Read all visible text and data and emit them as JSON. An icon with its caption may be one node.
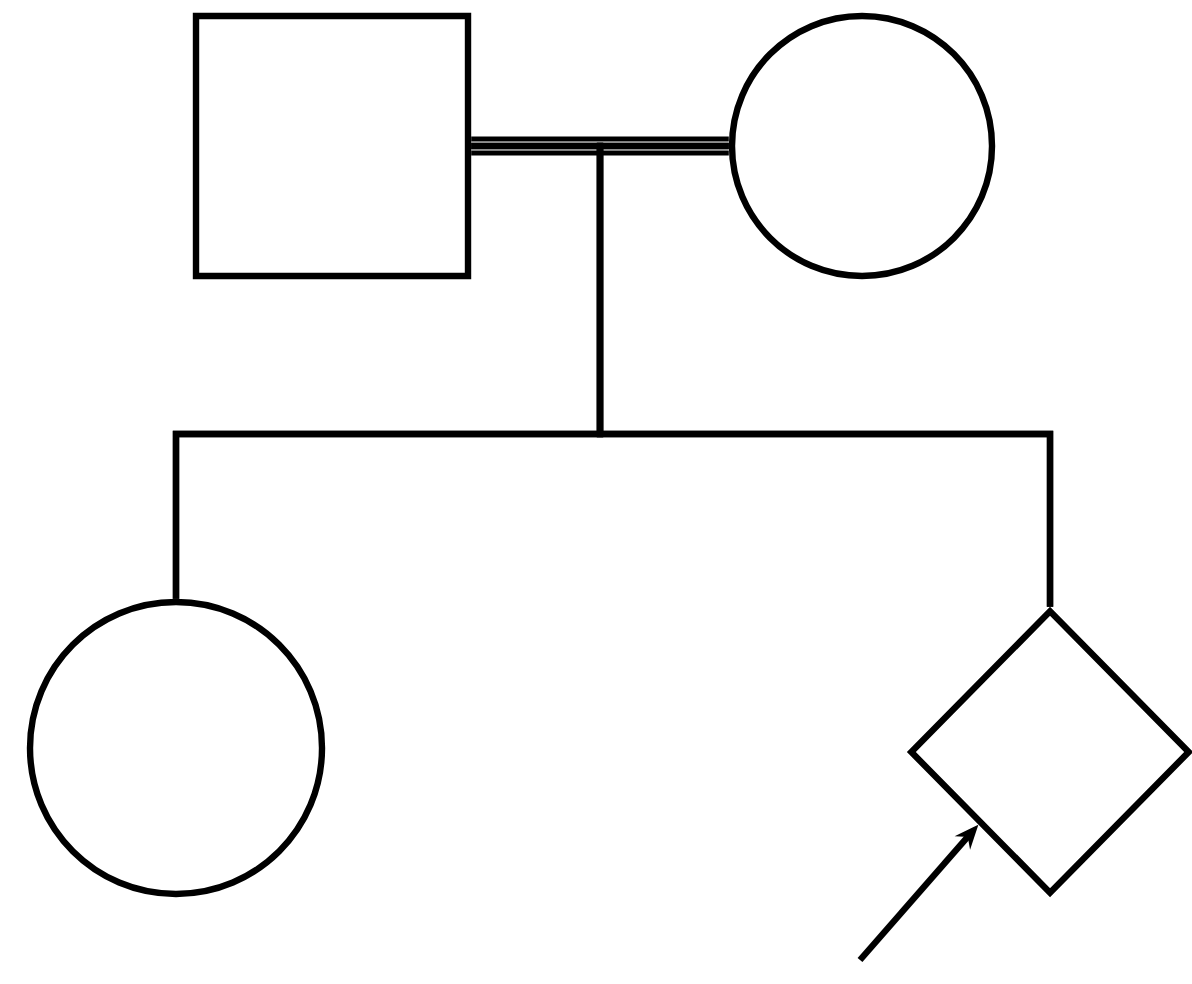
{
  "diagram": {
    "nodes": [
      {
        "text": [],
        "shape": "box"
      },
      {
        "text": [],
        "shape": "circle"
      },
      {
        "text": [],
        "shape": "circle"
      },
      {
        "text": [],
        "shape": "diamond"
      }
    ],
    "edges": [
      {
        "from": 0,
        "to": 1,
        "arrow": "none"
      },
      {
        "from": 0,
        "to": 2,
        "arrow": "none"
      },
      {
        "from": 0,
        "to": 3,
        "arrow": "none"
      },
      {
        "from": 1,
        "to": 2,
        "arrow": "none"
      },
      {
        "from": 1,
        "to": 3,
        "arrow": "none"
      },
      {
        "from": null,
        "to": 3,
        "arrow": "to"
      }
    ]
  }
}
